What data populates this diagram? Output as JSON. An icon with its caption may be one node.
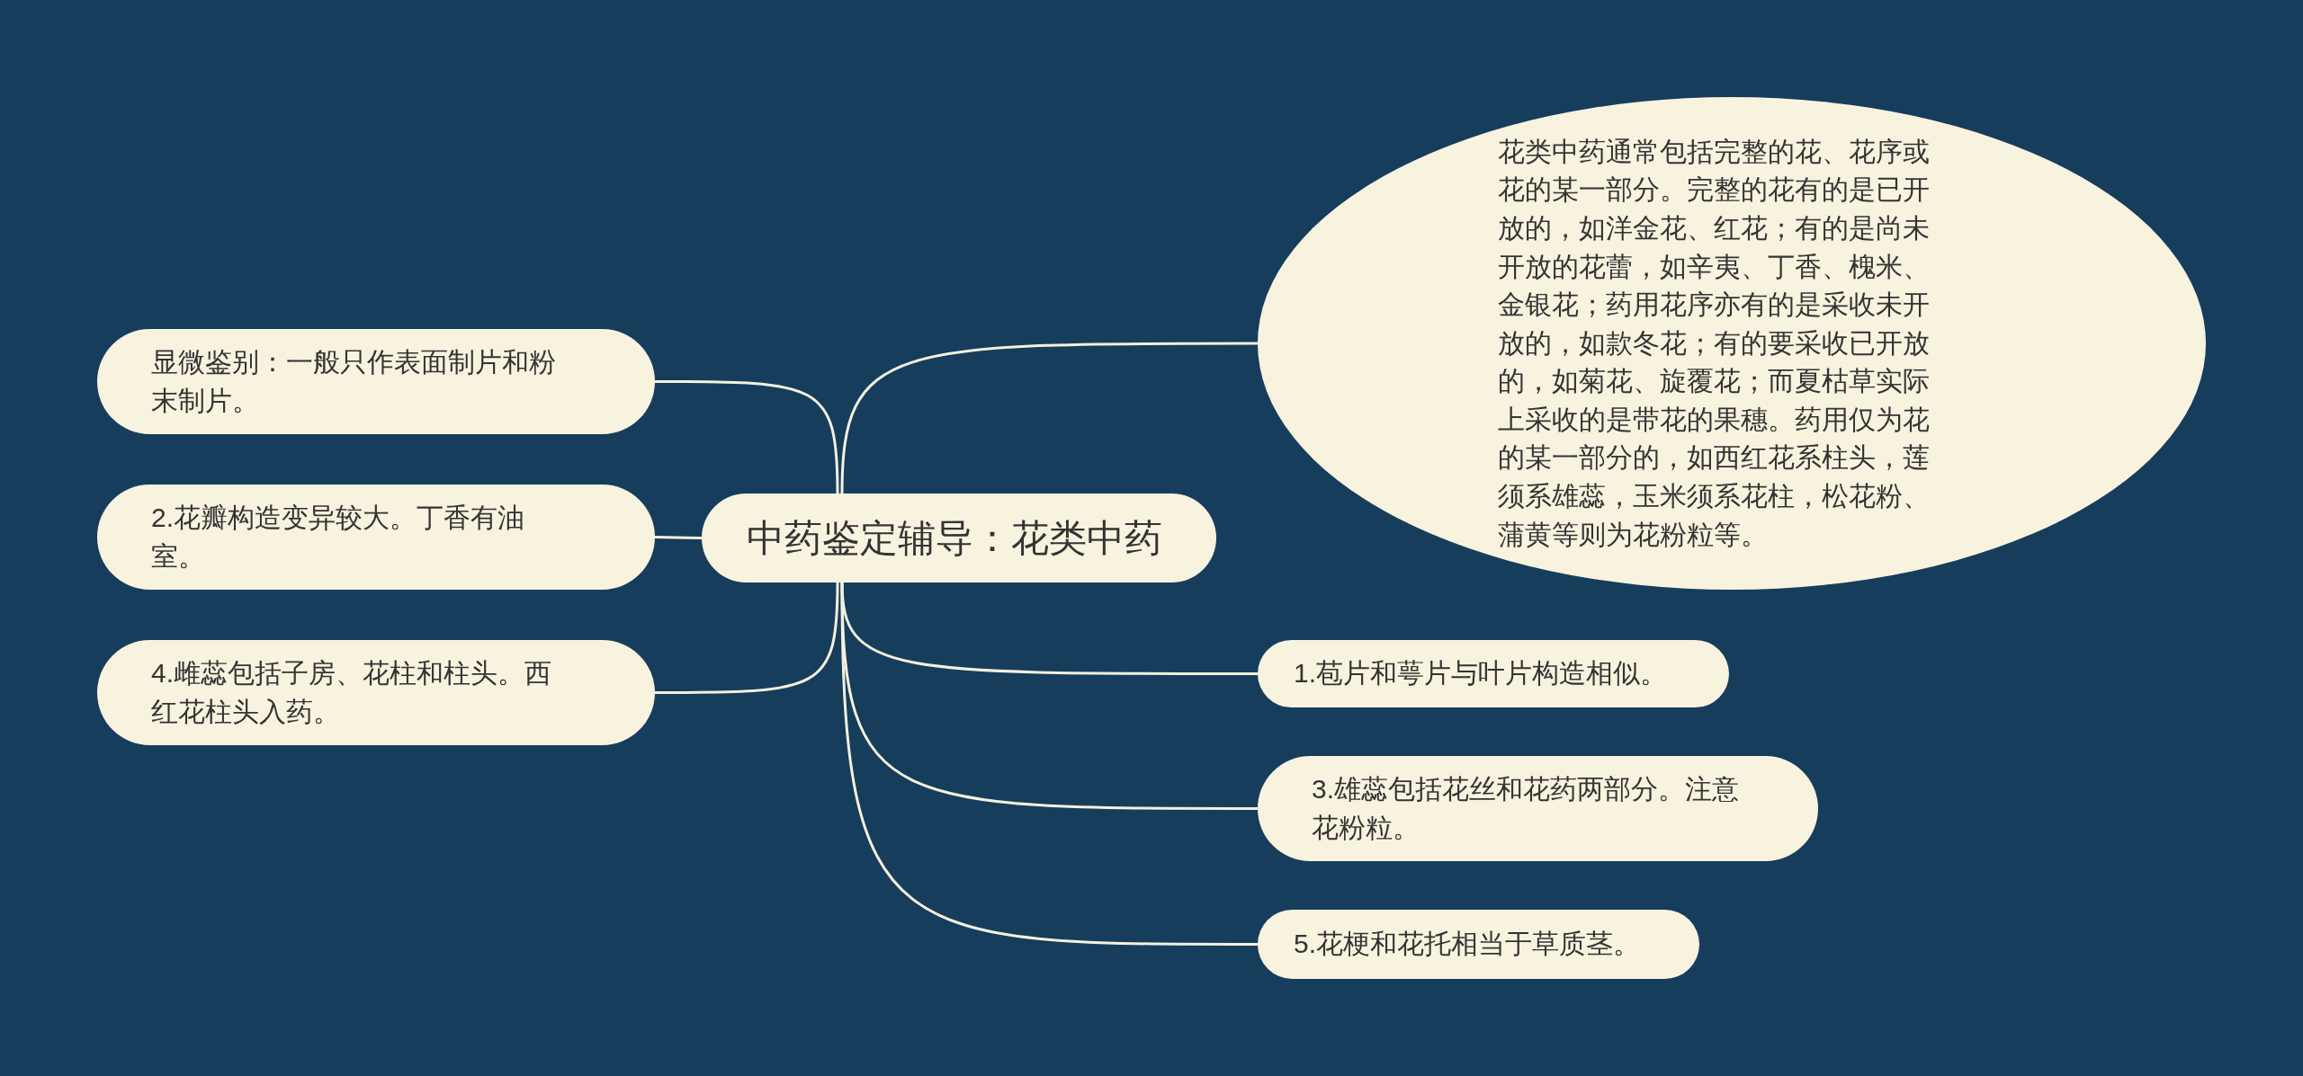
{
  "diagram": {
    "nodes": [
      {
        "text": [
          "中药鉴定辅导：花类中药"
        ]
      },
      {
        "text": [
          "显微鉴别：一般只作表面制片和粉末制片。"
        ]
      },
      {
        "text": [
          "2.花瓣构造变异较大。丁香有油室。"
        ]
      },
      {
        "text": [
          "4.雌蕊包括子房、花柱和柱头。西红花柱头入药。"
        ]
      },
      {
        "text": [
          "花类中药通常包括完整的花、花序或花的某一部分。完整的花有的是已开放的，如洋金花、红花；有的是尚未开放的花蕾，如辛夷、丁香、槐米、金银花；药用花序亦有的是采收未开放的，如款冬花；有的要采收已开放的，如菊花、旋覆花；而夏枯草实际上采收的是带花的果穗。药用仅为花的某一部分的，如西红花系柱头，莲须系雄蕊，玉米须系花柱，松花粉、蒲黄等则为花粉粒等。"
        ]
      },
      {
        "text": [
          "1.苞片和萼片与叶片构造相似。"
        ]
      },
      {
        "text": [
          "3.雄蕊包括花丝和花药两部分。注意花粉粒。"
        ]
      },
      {
        "text": [
          "5.花梗和花托相当于草质茎。"
        ]
      }
    ],
    "edges": [
      {
        "from": 0,
        "to": 1,
        "arrow": "none"
      },
      {
        "from": 0,
        "to": 2,
        "arrow": "none"
      },
      {
        "from": 0,
        "to": 3,
        "arrow": "none"
      },
      {
        "from": 0,
        "to": 4,
        "arrow": "none"
      },
      {
        "from": 0,
        "to": 5,
        "arrow": "none"
      },
      {
        "from": 0,
        "to": 6,
        "arrow": "none"
      },
      {
        "from": 0,
        "to": 7,
        "arrow": "none"
      }
    ]
  }
}
